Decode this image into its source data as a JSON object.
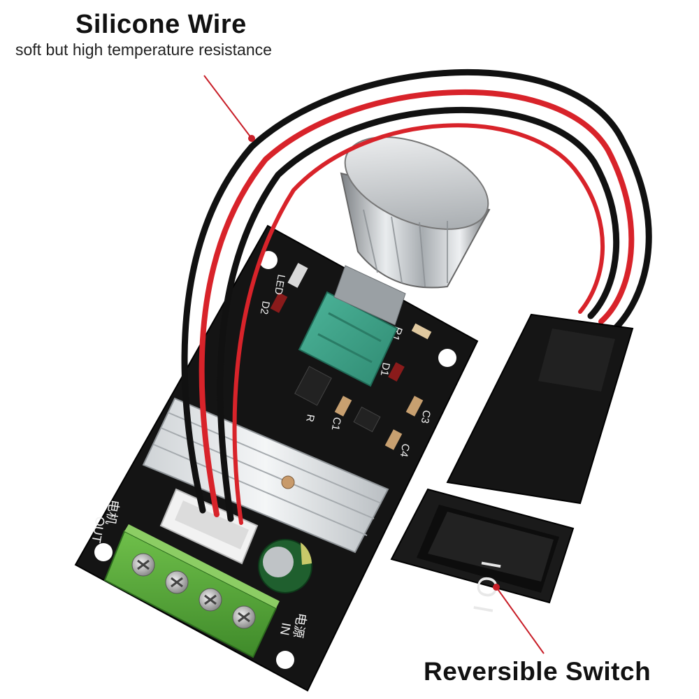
{
  "callouts": {
    "wire": {
      "title": "Silicone Wire",
      "subtitle": "soft but high temperature resistance"
    },
    "switch": {
      "title": "Reversible Switch"
    }
  },
  "pcb": {
    "labels": {
      "led": "LED",
      "d2": "D2",
      "r1": "R1",
      "d1": "D1",
      "c1": "C1",
      "r": "R",
      "c3": "C3",
      "c4": "C4",
      "out": "OUT",
      "out_cn": "电机",
      "in": "IN",
      "in_cn": "电源"
    }
  },
  "switch": {
    "symbol": "I O I"
  },
  "colors": {
    "pcb": "#141414",
    "terminal": "#5aa83c",
    "pot": "#3fa38a",
    "wire_red": "#d8232a",
    "wire_black": "#111111",
    "leader": "#c81e28"
  }
}
